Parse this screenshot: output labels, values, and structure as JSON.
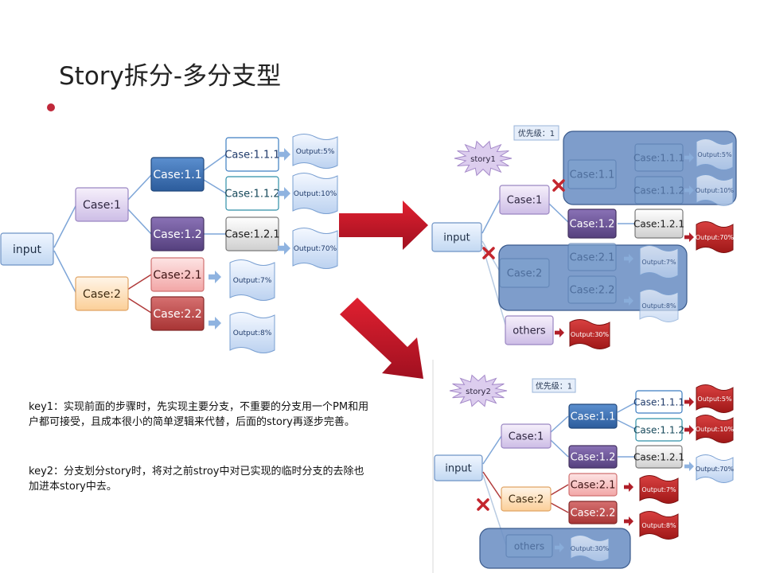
{
  "title": "Story拆分-多分支型",
  "notes": {
    "key1": "key1：实现前面的步骤时，先实现主要分支，不重要的分支用一个PM和用户都可接受，且成本很小的简单逻辑来代替，后面的story再逐步完善。",
    "key2": "key2：分支划分story时，将对之前stroy中对已实现的临时分支的去除也加进本story中去。"
  },
  "diagram_left": {
    "input": "input",
    "case1": "Case:1",
    "case2": "Case:2",
    "case11": "Case:1.1",
    "case12": "Case:1.2",
    "case21": "Case:2.1",
    "case22": "Case:2.2",
    "case111": "Case:1.1.1",
    "case112": "Case:1.1.2",
    "case121": "Case:1.2.1",
    "out111": "Output:5%",
    "out112": "Output:10%",
    "out121": "Output:70%",
    "out21": "Output:7%",
    "out22": "Output:8%"
  },
  "diagram_story1": {
    "burst": "story1",
    "priority": "优先级：1",
    "input": "input",
    "case1": "Case:1",
    "case2": "Case:2",
    "case11": "Case:1.1",
    "case12": "Case:1.2",
    "case21": "Case:2.1",
    "case22": "Case:2.2",
    "case111": "Case:1.1.1",
    "case112": "Case:1.1.2",
    "case121": "Case:1.2.1",
    "others": "others",
    "out111": "Output:5%",
    "out112": "Output:10%",
    "out121": "Output:70%",
    "out21": "Output:7%",
    "out22": "Output:8%",
    "out_others": "Output:30%"
  },
  "diagram_story2": {
    "burst": "story2",
    "priority": "优先级：1",
    "input": "input",
    "case1": "Case:1",
    "case2": "Case:2",
    "case11": "Case:1.1",
    "case12": "Case:1.2",
    "case21": "Case:2.1",
    "case22": "Case:2.2",
    "case111": "Case:1.1.1",
    "case112": "Case:1.1.2",
    "case121": "Case:1.2.1",
    "others": "others",
    "out111": "Output:5%",
    "out112": "Output:10%",
    "out121": "Output:70%",
    "out21": "Output:7%",
    "out22": "Output:8%",
    "out_others": "Output:30%"
  }
}
